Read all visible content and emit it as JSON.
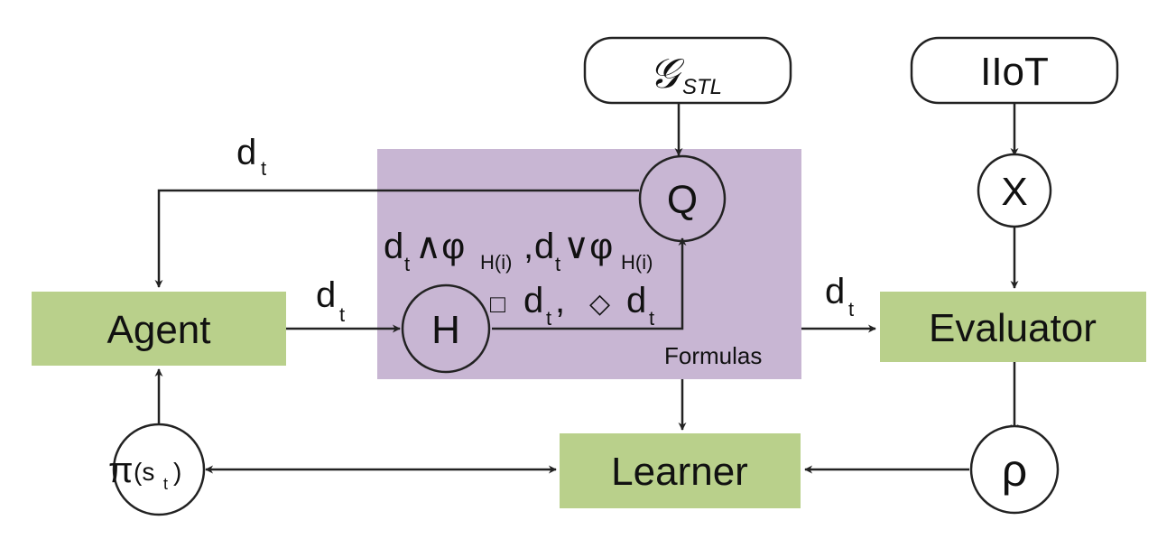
{
  "colors": {
    "box_green": "#b9d08b",
    "region_purple": "#c8b6d3",
    "stroke": "#222222"
  },
  "nodes": {
    "agent": "Agent",
    "evaluator": "Evaluator",
    "learner": "Learner",
    "g_stl": "𝒢",
    "g_stl_sub": "STL",
    "iiot": "IIoT",
    "q": "Q",
    "x": "X",
    "h": "H",
    "rho": "ρ",
    "pi": "π",
    "pi_arg": "(s",
    "pi_sub": "t",
    "pi_close": ")"
  },
  "labels": {
    "d": "d",
    "t_sub": "t",
    "formulas": "Formulas",
    "and_op": "∧φ",
    "or_op": "∨φ",
    "h_index": "H(i)",
    "comma": ",",
    "box_op": "□",
    "diamond_op": "◇",
    "comma_space": ","
  }
}
